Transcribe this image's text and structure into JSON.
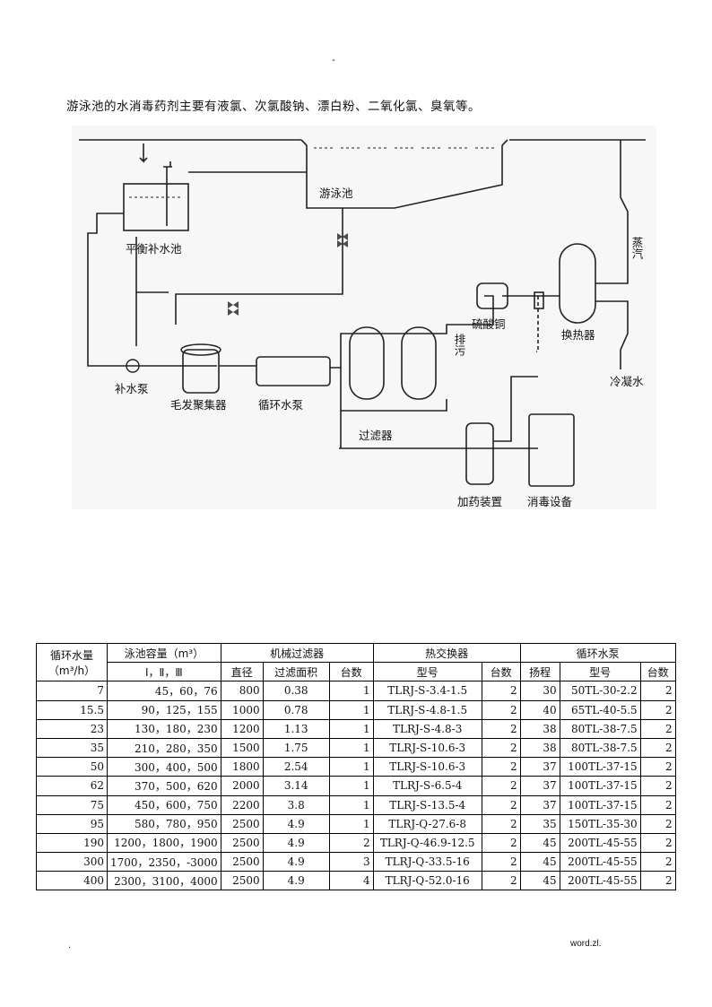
{
  "page": {
    "top_mark": "-",
    "intro": "游泳池的水消毒药剂主要有液氯、次氯酸钠、漂白粉、二氧化氯、臭氧等。",
    "footer_left": ".",
    "footer_right": "word.zl."
  },
  "diagram": {
    "labels": {
      "pool": "游泳池",
      "balance_tank": "平衡补水池",
      "makeup_pump": "补水泵",
      "hair_collector": "毛发聚集器",
      "circ_pump": "循环水泵",
      "filter": "过滤器",
      "copper_sulfate": "硫酸铜",
      "heat_exchanger": "换热器",
      "steam": "蒸汽",
      "condensate": "冷凝水",
      "drain": "排污",
      "dosing": "加药装置",
      "disinfection": "消毒设备"
    }
  },
  "table": {
    "headers": {
      "flow": "循环水量",
      "flow_unit": "（m³/h）",
      "volume": "泳池容量（m³）",
      "volume_sub": "Ⅰ，Ⅱ，Ⅲ",
      "filter_group": "机械过滤器",
      "filter_dia": "直径",
      "filter_area": "过滤面积",
      "filter_count": "台数",
      "hx_group": "热交换器",
      "hx_model": "型号",
      "hx_count": "台数",
      "pump_group": "循环水泵",
      "pump_head": "扬程",
      "pump_model": "型号",
      "pump_count": "台数"
    },
    "rows": [
      {
        "flow": "7",
        "volume": "45，60，76",
        "dia": "800",
        "area": "0.38",
        "fcount": "1",
        "hx": "TLRJ-S-3.4-1.5",
        "hxcount": "2",
        "head": "30",
        "pump": "50TL-30-2.2",
        "pcount": "2"
      },
      {
        "flow": "15.5",
        "volume": "90，125，155",
        "dia": "1000",
        "area": "0.78",
        "fcount": "1",
        "hx": "TLRJ-S-4.8-1.5",
        "hxcount": "2",
        "head": "40",
        "pump": "65TL-40-5.5",
        "pcount": "2"
      },
      {
        "flow": "23",
        "volume": "130，180，230",
        "dia": "1200",
        "area": "1.13",
        "fcount": "1",
        "hx": "TLRJ-S-4.8-3",
        "hxcount": "2",
        "head": "38",
        "pump": "80TL-38-7.5",
        "pcount": "2"
      },
      {
        "flow": "35",
        "volume": "210，280，350",
        "dia": "1500",
        "area": "1.75",
        "fcount": "1",
        "hx": "TLRJ-S-10.6-3",
        "hxcount": "2",
        "head": "38",
        "pump": "80TL-38-7.5",
        "pcount": "2"
      },
      {
        "flow": "50",
        "volume": "300，400，500",
        "dia": "1800",
        "area": "2.54",
        "fcount": "1",
        "hx": "TLRJ-S-10.6-3",
        "hxcount": "2",
        "head": "37",
        "pump": "100TL-37-15",
        "pcount": "2"
      },
      {
        "flow": "62",
        "volume": "370，500，620",
        "dia": "2000",
        "area": "3.14",
        "fcount": "1",
        "hx": "TLRJ-S-6.5-4",
        "hxcount": "2",
        "head": "37",
        "pump": "100TL-37-15",
        "pcount": "2"
      },
      {
        "flow": "75",
        "volume": "450，600，750",
        "dia": "2200",
        "area": "3.8",
        "fcount": "1",
        "hx": "TLRJ-S-13.5-4",
        "hxcount": "2",
        "head": "37",
        "pump": "100TL-37-15",
        "pcount": "2"
      },
      {
        "flow": "95",
        "volume": "580，780，950",
        "dia": "2500",
        "area": "4.9",
        "fcount": "1",
        "hx": "TLRJ-Q-27.6-8",
        "hxcount": "2",
        "head": "35",
        "pump": "150TL-35-30",
        "pcount": "2"
      },
      {
        "flow": "190",
        "volume": "1200，1800，1900",
        "dia": "2500",
        "area": "4.9",
        "fcount": "2",
        "hx": "TLRJ-Q-46.9-12.5",
        "hxcount": "2",
        "head": "45",
        "pump": "200TL-45-55",
        "pcount": "2"
      },
      {
        "flow": "300",
        "volume": "1700，2350，-3000",
        "dia": "2500",
        "area": "4.9",
        "fcount": "3",
        "hx": "TLRJ-Q-33.5-16",
        "hxcount": "2",
        "head": "45",
        "pump": "200TL-45-55",
        "pcount": "2"
      },
      {
        "flow": "400",
        "volume": "2300，3100，4000",
        "dia": "2500",
        "area": "4.9",
        "fcount": "4",
        "hx": "TLRJ-Q-52.0-16",
        "hxcount": "2",
        "head": "45",
        "pump": "200TL-45-55",
        "pcount": "2"
      }
    ]
  }
}
